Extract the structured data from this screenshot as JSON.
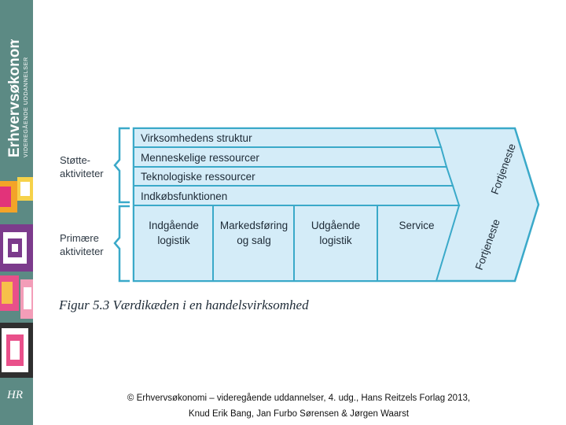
{
  "sidebar": {
    "brand_title": "Erhvervsøkonomi",
    "brand_subtitle": "VIDEREGÅENDE UDDANNELSER",
    "publisher_logo": "HR"
  },
  "diagram": {
    "support_label_line1": "Støtte-",
    "support_label_line2": "aktiviteter",
    "primary_label_line1": "Primære",
    "primary_label_line2": "aktiviteter",
    "support_rows": [
      "Virksomhedens struktur",
      "Menneskelige ressourcer",
      "Teknologiske ressourcer",
      "Indkøbsfunktionen"
    ],
    "primary_columns": [
      {
        "line1": "Indgående",
        "line2": "logistik"
      },
      {
        "line1": "Markedsføring",
        "line2": "og salg"
      },
      {
        "line1": "Udgående",
        "line2": "logistik"
      },
      {
        "line1": "Service",
        "line2": ""
      }
    ],
    "margin_upper": "Fortjeneste",
    "margin_lower": "Fortjeneste",
    "colors": {
      "fill": "#d4ecf8",
      "stroke": "#3aa9c9",
      "text": "#1d2a36"
    }
  },
  "caption": "Figur 5.3 Værdikæden i en handelsvirksomhed",
  "footer": {
    "line1": "© Erhvervsøkonomi – videregående uddannelser, 4. udg., Hans Reitzels Forlag 2013,",
    "line2": "Knud Erik Bang, Jan Furbo Sørensen & Jørgen Waarst"
  }
}
